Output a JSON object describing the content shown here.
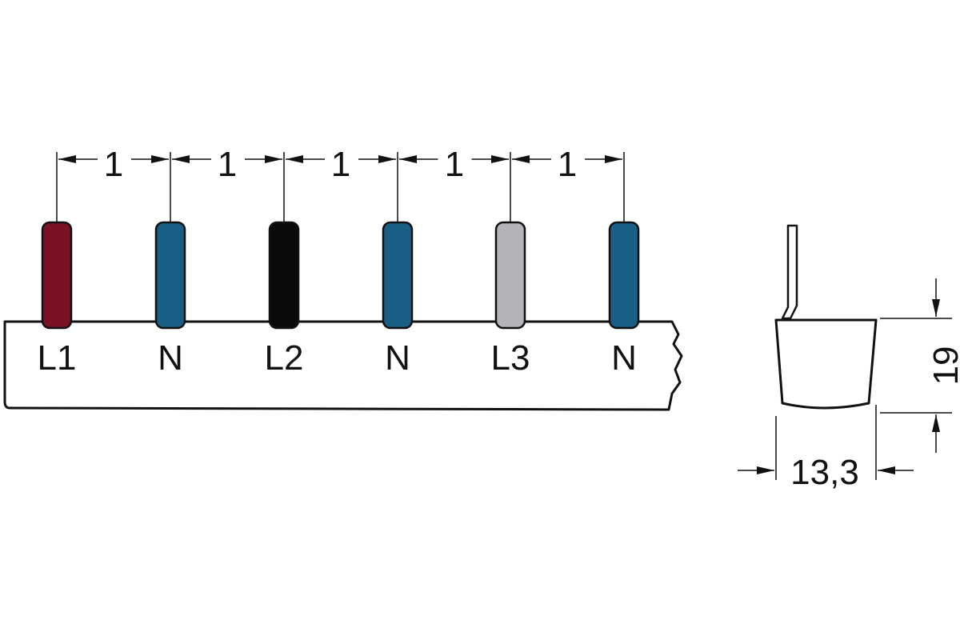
{
  "diagram": {
    "pitch_labels": [
      "1",
      "1",
      "1",
      "1",
      "1"
    ],
    "pins": [
      {
        "label": "L1",
        "color": "#7a1226"
      },
      {
        "label": "N",
        "color": "#195f85"
      },
      {
        "label": "L2",
        "color": "#0a0a0a"
      },
      {
        "label": "N",
        "color": "#195f85"
      },
      {
        "label": "L3",
        "color": "#b4b4b8"
      },
      {
        "label": "N",
        "color": "#195f85"
      }
    ],
    "side_view": {
      "height_label": "19",
      "width_label": "13,3"
    },
    "colors": {
      "line": "#111111",
      "background": "#ffffff"
    }
  }
}
